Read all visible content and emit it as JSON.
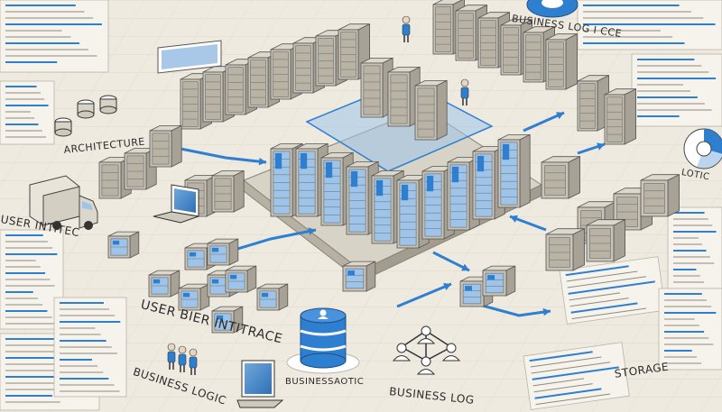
{
  "labels": {
    "top_right": "BUSINESS LOG",
    "top_right_tail": "I CCE",
    "left_architecture": "ARCHITECTURE",
    "left_user_interface": "USER INTITEC",
    "right_lotic": "LOTIC",
    "mid_left_user": "USER BIER INTITRACE",
    "bottom_left_business": "BUSINESS LOGIC",
    "center_business": "BUSINESSAOTIC",
    "bottom_center_business": "BUSINESS LOG",
    "bottom_right_storage": "STORAGE"
  },
  "colors": {
    "background": "#efeae0",
    "accent_blue": "#2f7fd0",
    "server_face": "#c9c4b8",
    "server_side": "#a8a296",
    "server_top": "#ddd8cc",
    "ink": "#3a3a3a"
  },
  "icons": [
    "server-rack-icon",
    "database-icon",
    "user-icon",
    "laptop-icon",
    "monitor-icon",
    "truck-icon",
    "network-nodes-icon",
    "pie-chart-icon",
    "arrow-icon"
  ]
}
